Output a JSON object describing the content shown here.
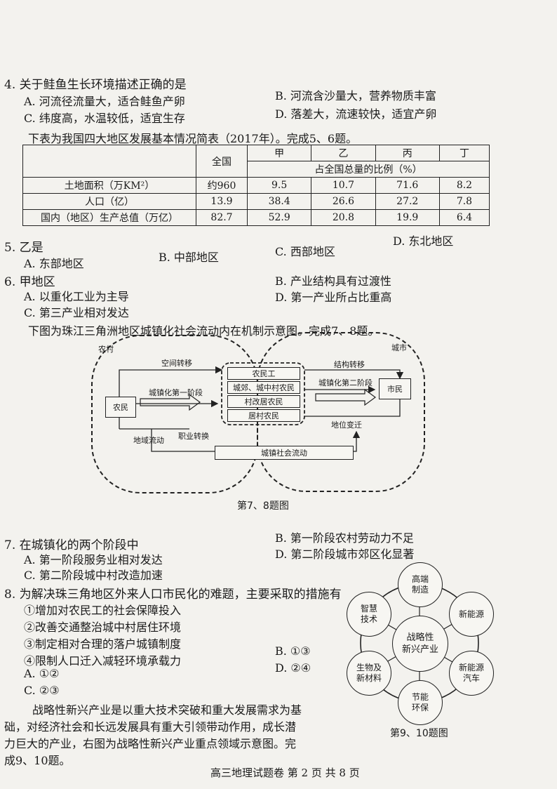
{
  "q4": {
    "stem": "4. 关于鲑鱼生长环境描述正确的是",
    "options": [
      "A. 河流径流量大，适合鲑鱼产卵",
      "B. 河流含沙量大，营养物质丰富",
      "C. 纬度高，水温较低，适宜生存",
      "D. 落差大，流速较快，适宜产卵"
    ]
  },
  "table_intro": "下表为我国四大地区发展基本情况简表（2017年）。完成5、6题。",
  "table": {
    "col_national": "全国",
    "regions": [
      "甲",
      "乙",
      "丙",
      "丁"
    ],
    "share_header": "占全国总量的比例（%）",
    "rows": [
      {
        "label": "土地面积（万KM²）",
        "national": "约960",
        "values": [
          "9.5",
          "10.7",
          "71.6",
          "8.2"
        ]
      },
      {
        "label": "人口（亿）",
        "national": "13.9",
        "values": [
          "38.4",
          "26.6",
          "27.2",
          "7.8"
        ]
      },
      {
        "label": "国内（地区）生产总值（万亿）",
        "national": "82.7",
        "values": [
          "52.9",
          "20.8",
          "19.9",
          "6.4"
        ]
      }
    ]
  },
  "q5": {
    "stem": "5. 乙是",
    "options": [
      "A. 东部地区",
      "B. 中部地区",
      "C. 西部地区",
      "D. 东北地区"
    ]
  },
  "q6": {
    "stem": "6. 甲地区",
    "options": [
      "A. 以重化工业为主导",
      "B. 产业结构具有过渡性",
      "C. 第三产业相对发达",
      "D. 第一产业所占比重高"
    ]
  },
  "diagram_intro": "下图为珠江三角洲地区城镇化社会流动内在机制示意图。完成7、8题。",
  "diagram": {
    "rural": "农村",
    "urban": "城市",
    "farmer": "农民",
    "citizen": "市民",
    "spatial": "空间转移",
    "stage1": "城镇化第一阶段",
    "structural": "结构转移",
    "stage2": "城镇化第二阶段",
    "groups": [
      "农民工",
      "城郊、城中村农民",
      "村改居农民",
      "居村农民"
    ],
    "regional_flow": "地域流动",
    "job_change": "职业转换",
    "status_change": "地位变迁",
    "social_flow": "城镇社会流动",
    "caption": "第7、8题图"
  },
  "q7": {
    "stem": "7. 在城镇化的两个阶段中",
    "options": [
      "A. 第一阶段服务业相对发达",
      "B. 第一阶段农村劳动力不足",
      "C. 第二阶段城中村改造加速",
      "D. 第二阶段城市郊区化显著"
    ]
  },
  "q8": {
    "stem": "8. 为解决珠三角地区外来人口市民化的难题，主要采取的措施有",
    "items": [
      "①增加对农民工的社会保障投入",
      "②改善交通整治城中村居住环境",
      "③制定相对合理的落户城镇制度",
      "④限制人口迁入减轻环境承载力"
    ],
    "options": [
      "A. ①②",
      "B. ①③",
      "C. ②③",
      "D. ②④"
    ]
  },
  "passage": [
    "战略性新兴产业是以重大技术突破和重大发展需求为基",
    "础，对经济社会和长远发展具有重大引领带动作用，成长潜",
    "力巨大的产业，右图为战略性新兴产业重点领域示意图。完",
    "成9、10题。"
  ],
  "wheel": {
    "center": [
      "战略性",
      "新兴产业"
    ],
    "nodes": [
      [
        "高端",
        "制造"
      ],
      [
        "新能源"
      ],
      [
        "新能源",
        "汽车"
      ],
      [
        "节能",
        "环保"
      ],
      [
        "生物及",
        "新材料"
      ],
      [
        "智慧",
        "技术"
      ]
    ],
    "caption": "第9、10题图"
  },
  "footer": "高三地理试题卷  第 2 页 共 8 页"
}
